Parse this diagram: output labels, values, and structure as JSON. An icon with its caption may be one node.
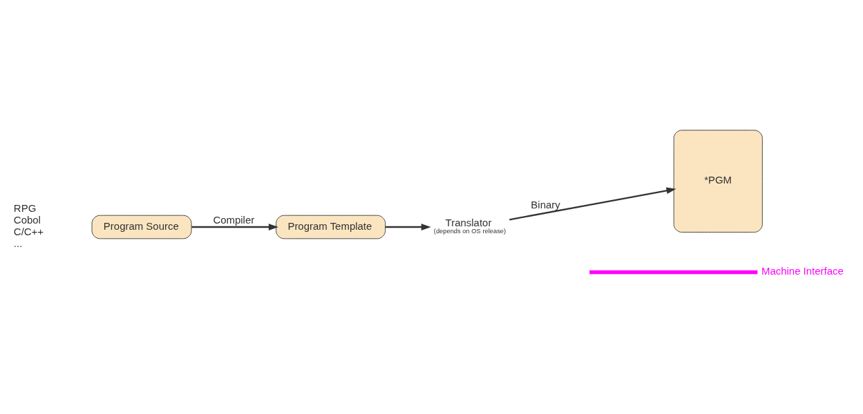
{
  "diagram": {
    "nodes": [
      {
        "text": [
          "Program Source"
        ]
      },
      {
        "text": [
          "Program Template"
        ]
      },
      {
        "text": [
          "*PGM"
        ]
      },
      {
        "text": [
          "Translator"
        ],
        "beside": [
          "(depends on OS release)"
        ]
      }
    ],
    "edges": [
      {
        "from": 0,
        "to": 1,
        "arrow": "to",
        "label": "Compiler"
      },
      {
        "from": 1,
        "to": 3,
        "arrow": "to"
      },
      {
        "from": 3,
        "to": 2,
        "arrow": "to",
        "label": "Binary"
      }
    ],
    "labels": [
      "RPG",
      "Cobol",
      "C/C++",
      "...",
      "Machine Interface"
    ]
  }
}
